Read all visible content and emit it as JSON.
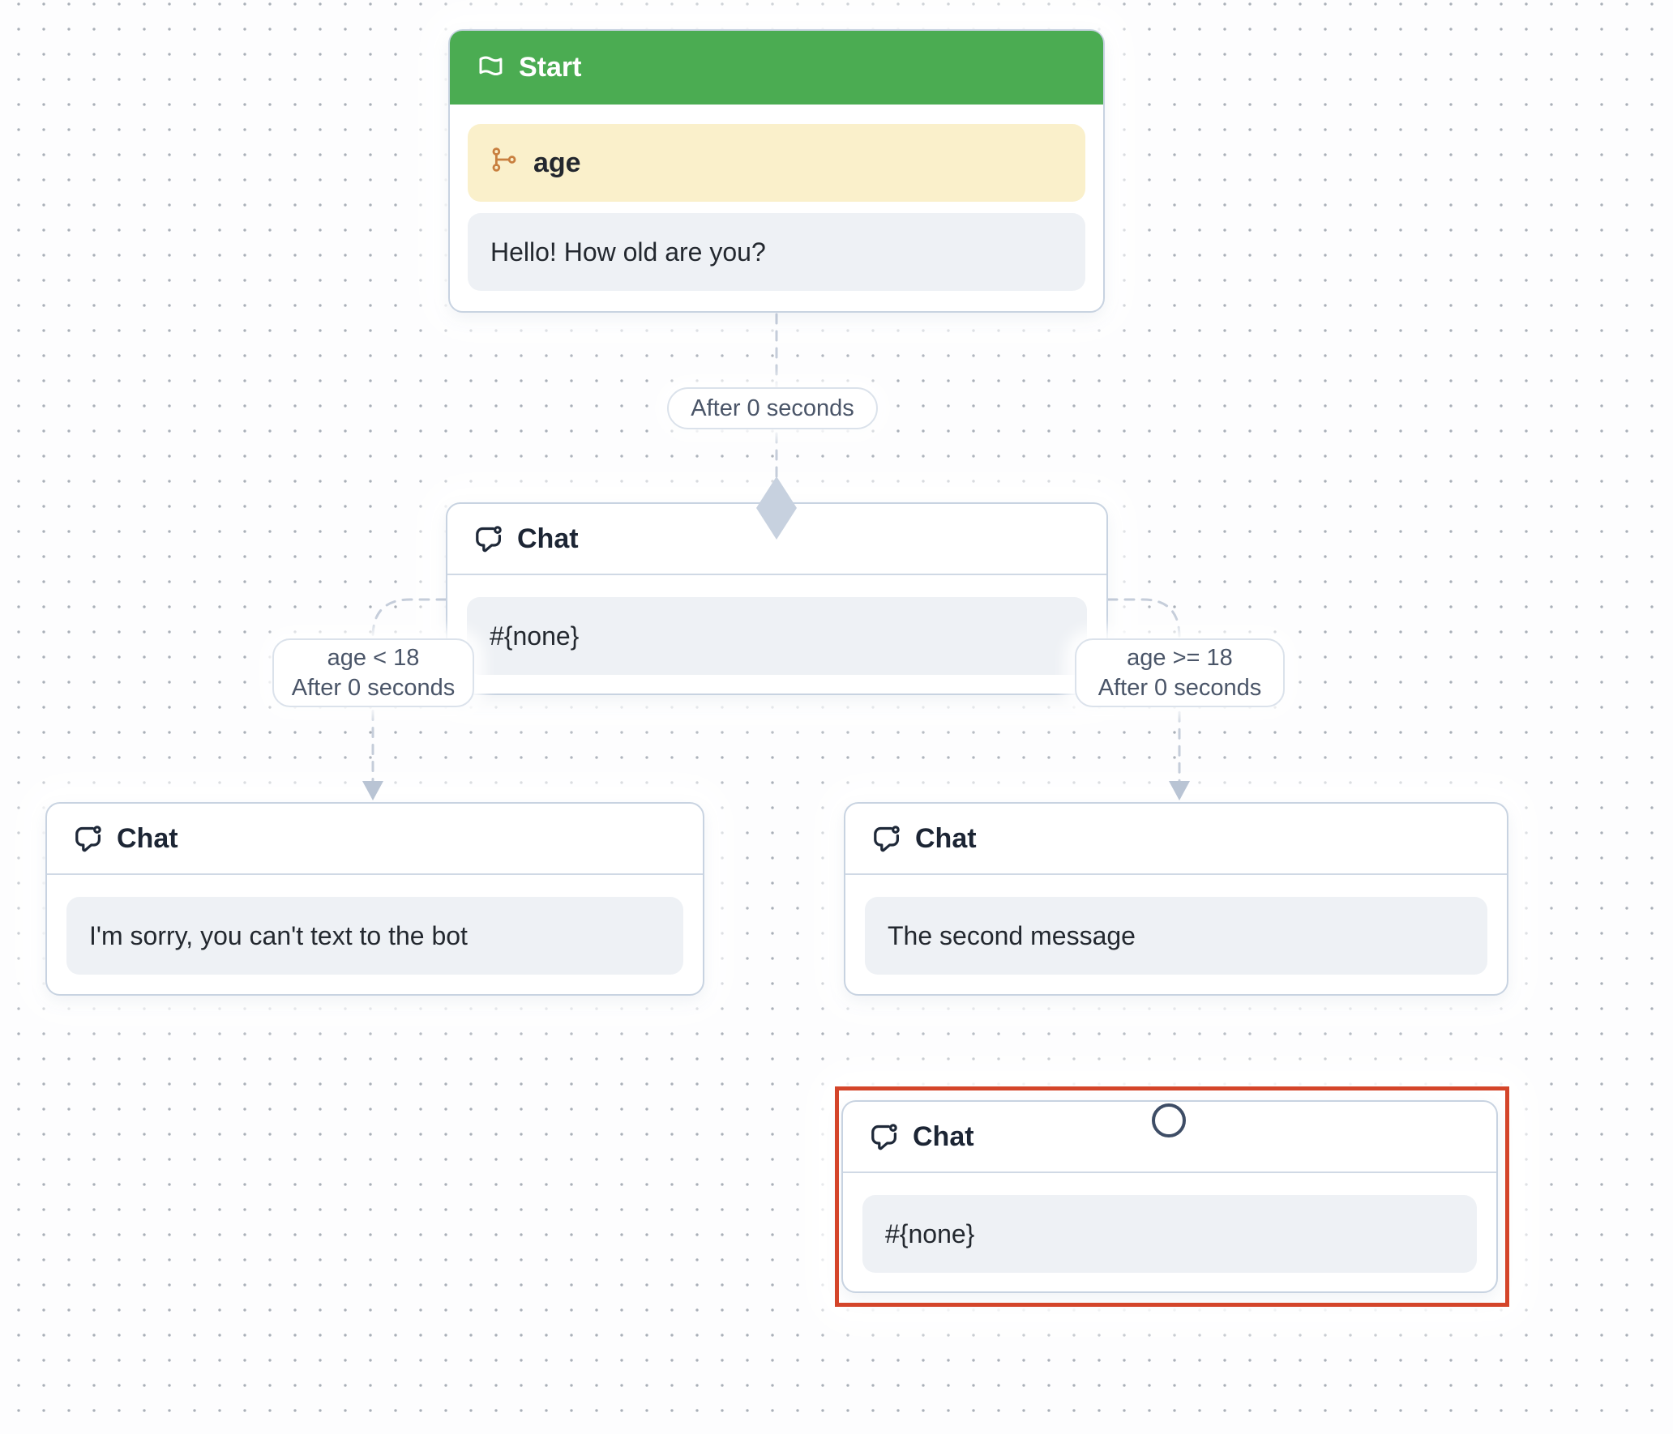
{
  "app": {
    "view": "chatbot-flow-canvas"
  },
  "nodes": {
    "start": {
      "title": "Start",
      "icon": "flag-icon",
      "variable": "age",
      "variable_icon": "split-icon",
      "message": "Hello! How old are you?"
    },
    "router": {
      "title": "Chat",
      "icon": "chat-bubble-icon",
      "message": "#{none}"
    },
    "under18": {
      "title": "Chat",
      "icon": "chat-bubble-icon",
      "message": "I'm sorry, you can't text to the bot"
    },
    "over18": {
      "title": "Chat",
      "icon": "chat-bubble-icon",
      "message": "The second message"
    },
    "selected": {
      "title": "Chat",
      "icon": "chat-bubble-icon",
      "message": "#{none}",
      "selected": true
    }
  },
  "edges": {
    "start_to_router": {
      "label": "After 0 seconds"
    },
    "under18_branch": {
      "condition": "age < 18",
      "delay": "After 0 seconds"
    },
    "over18_branch": {
      "condition": "age >= 18",
      "delay": "After 0 seconds"
    }
  },
  "colors": {
    "start_header": "#4bac52",
    "variable_chip_bg": "#faf0cb",
    "variable_icon": "#c87f3f",
    "message_bg": "#eef1f5",
    "node_border": "#c8d3e1",
    "connector": "#c5cdda",
    "arrow": "#b9c4d4",
    "diamond": "#c7d1df",
    "selection": "#d4452a",
    "handle_stroke": "#3e4d66",
    "header_text": "#1c2534",
    "pill_text": "#4a5568"
  }
}
